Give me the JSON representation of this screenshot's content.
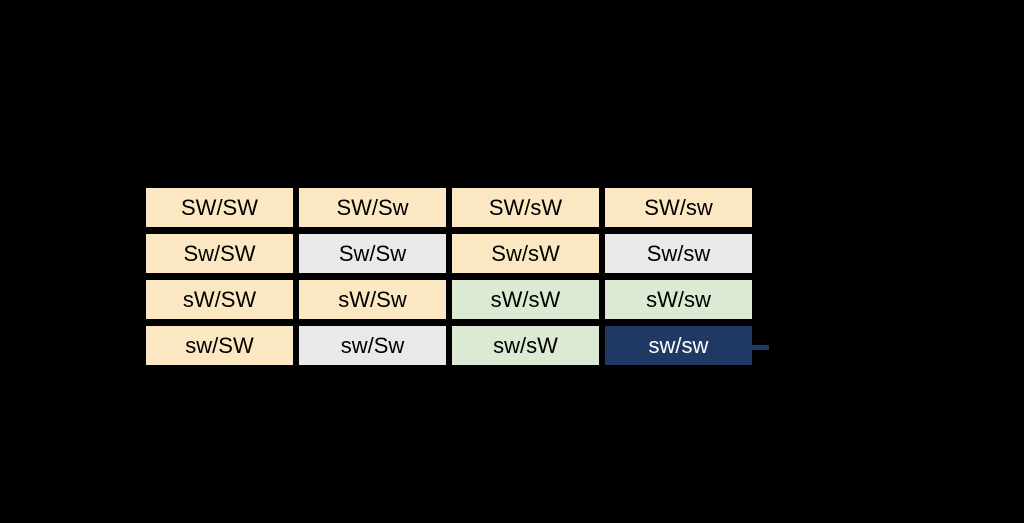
{
  "page": {
    "background": "#000000"
  },
  "colors": {
    "cream": "#FBE7C1",
    "gray": "#E9E9E9",
    "green": "#DCEAD3",
    "navy": "#1F3864",
    "black_text": "#000000",
    "white_text": "#FFFFFF"
  },
  "punnett_square": {
    "rows": [
      {
        "cells": [
          {
            "label": "SW/SW",
            "fill": "cream",
            "text": "black_text"
          },
          {
            "label": "SW/Sw",
            "fill": "cream",
            "text": "black_text"
          },
          {
            "label": "SW/sW",
            "fill": "cream",
            "text": "black_text"
          },
          {
            "label": "SW/sw",
            "fill": "cream",
            "text": "black_text"
          }
        ]
      },
      {
        "cells": [
          {
            "label": "Sw/SW",
            "fill": "cream",
            "text": "black_text"
          },
          {
            "label": "Sw/Sw",
            "fill": "gray",
            "text": "black_text"
          },
          {
            "label": "Sw/sW",
            "fill": "cream",
            "text": "black_text"
          },
          {
            "label": "Sw/sw",
            "fill": "gray",
            "text": "black_text"
          }
        ]
      },
      {
        "cells": [
          {
            "label": "sW/SW",
            "fill": "cream",
            "text": "black_text"
          },
          {
            "label": "sW/Sw",
            "fill": "cream",
            "text": "black_text"
          },
          {
            "label": "sW/sW",
            "fill": "green",
            "text": "black_text"
          },
          {
            "label": "sW/sw",
            "fill": "green",
            "text": "black_text"
          }
        ]
      },
      {
        "cells": [
          {
            "label": "sw/SW",
            "fill": "cream",
            "text": "black_text"
          },
          {
            "label": "sw/Sw",
            "fill": "gray",
            "text": "black_text"
          },
          {
            "label": "sw/sW",
            "fill": "green",
            "text": "black_text"
          },
          {
            "label": "sw/sw",
            "fill": "navy",
            "text": "white_text"
          }
        ]
      }
    ]
  },
  "pointer": {
    "color": "navy"
  }
}
